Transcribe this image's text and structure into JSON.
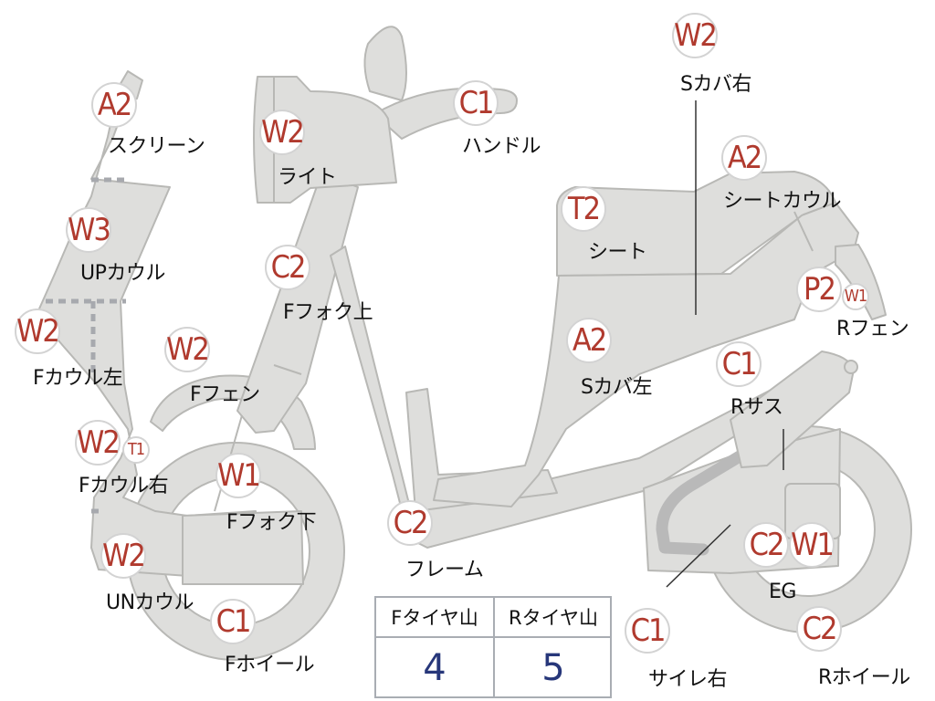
{
  "colors": {
    "part_fill": "#dededc",
    "part_outline": "#b8b8b5",
    "grade_text": "#b03a2e",
    "table_value": "#27377a"
  },
  "parts": {
    "screen": {
      "grade": "A2",
      "label": "スクリーン"
    },
    "up_cowl": {
      "grade": "W3",
      "label": "UPカウル"
    },
    "f_cowl_left": {
      "grade": "W2",
      "label": "Fカウル左"
    },
    "f_cowl_right": {
      "grade": "W2",
      "grade2": "T1",
      "label": "Fカウル右"
    },
    "un_cowl": {
      "grade": "W2",
      "label": "UNカウル"
    },
    "light": {
      "grade": "W2",
      "label": "ライト"
    },
    "handle": {
      "grade": "C1",
      "label": "ハンドル"
    },
    "f_fork_upper": {
      "grade": "C2",
      "label": "Fフォク上"
    },
    "f_fender": {
      "grade": "W2",
      "label": "Fフェン"
    },
    "f_fork_lower": {
      "grade": "W1",
      "label": "Fフォク下"
    },
    "f_wheel": {
      "grade": "C1",
      "label": "Fホイール"
    },
    "frame": {
      "grade": "C2",
      "label": "フレーム"
    },
    "s_cover_right": {
      "grade": "W2",
      "label": "Sカバ右"
    },
    "seat_cowl": {
      "grade": "A2",
      "label": "シートカウル"
    },
    "seat": {
      "grade": "T2",
      "label": "シート"
    },
    "r_fender": {
      "grade": "P2",
      "grade2": "W1",
      "label": "Rフェン"
    },
    "s_cover_left": {
      "grade": "A2",
      "label": "Sカバ左"
    },
    "r_suspension": {
      "grade": "C1",
      "label": "Rサス"
    },
    "engine": {
      "grade": "C2",
      "grade2": "W1",
      "label": "EG"
    },
    "muffler_right": {
      "grade": "C1",
      "label": "サイレ右"
    },
    "r_wheel": {
      "grade": "C2",
      "label": "Rホイール"
    }
  },
  "tire_table": {
    "front_header": "Fタイヤ山",
    "rear_header": "Rタイヤ山",
    "front_value": "4",
    "rear_value": "5"
  }
}
